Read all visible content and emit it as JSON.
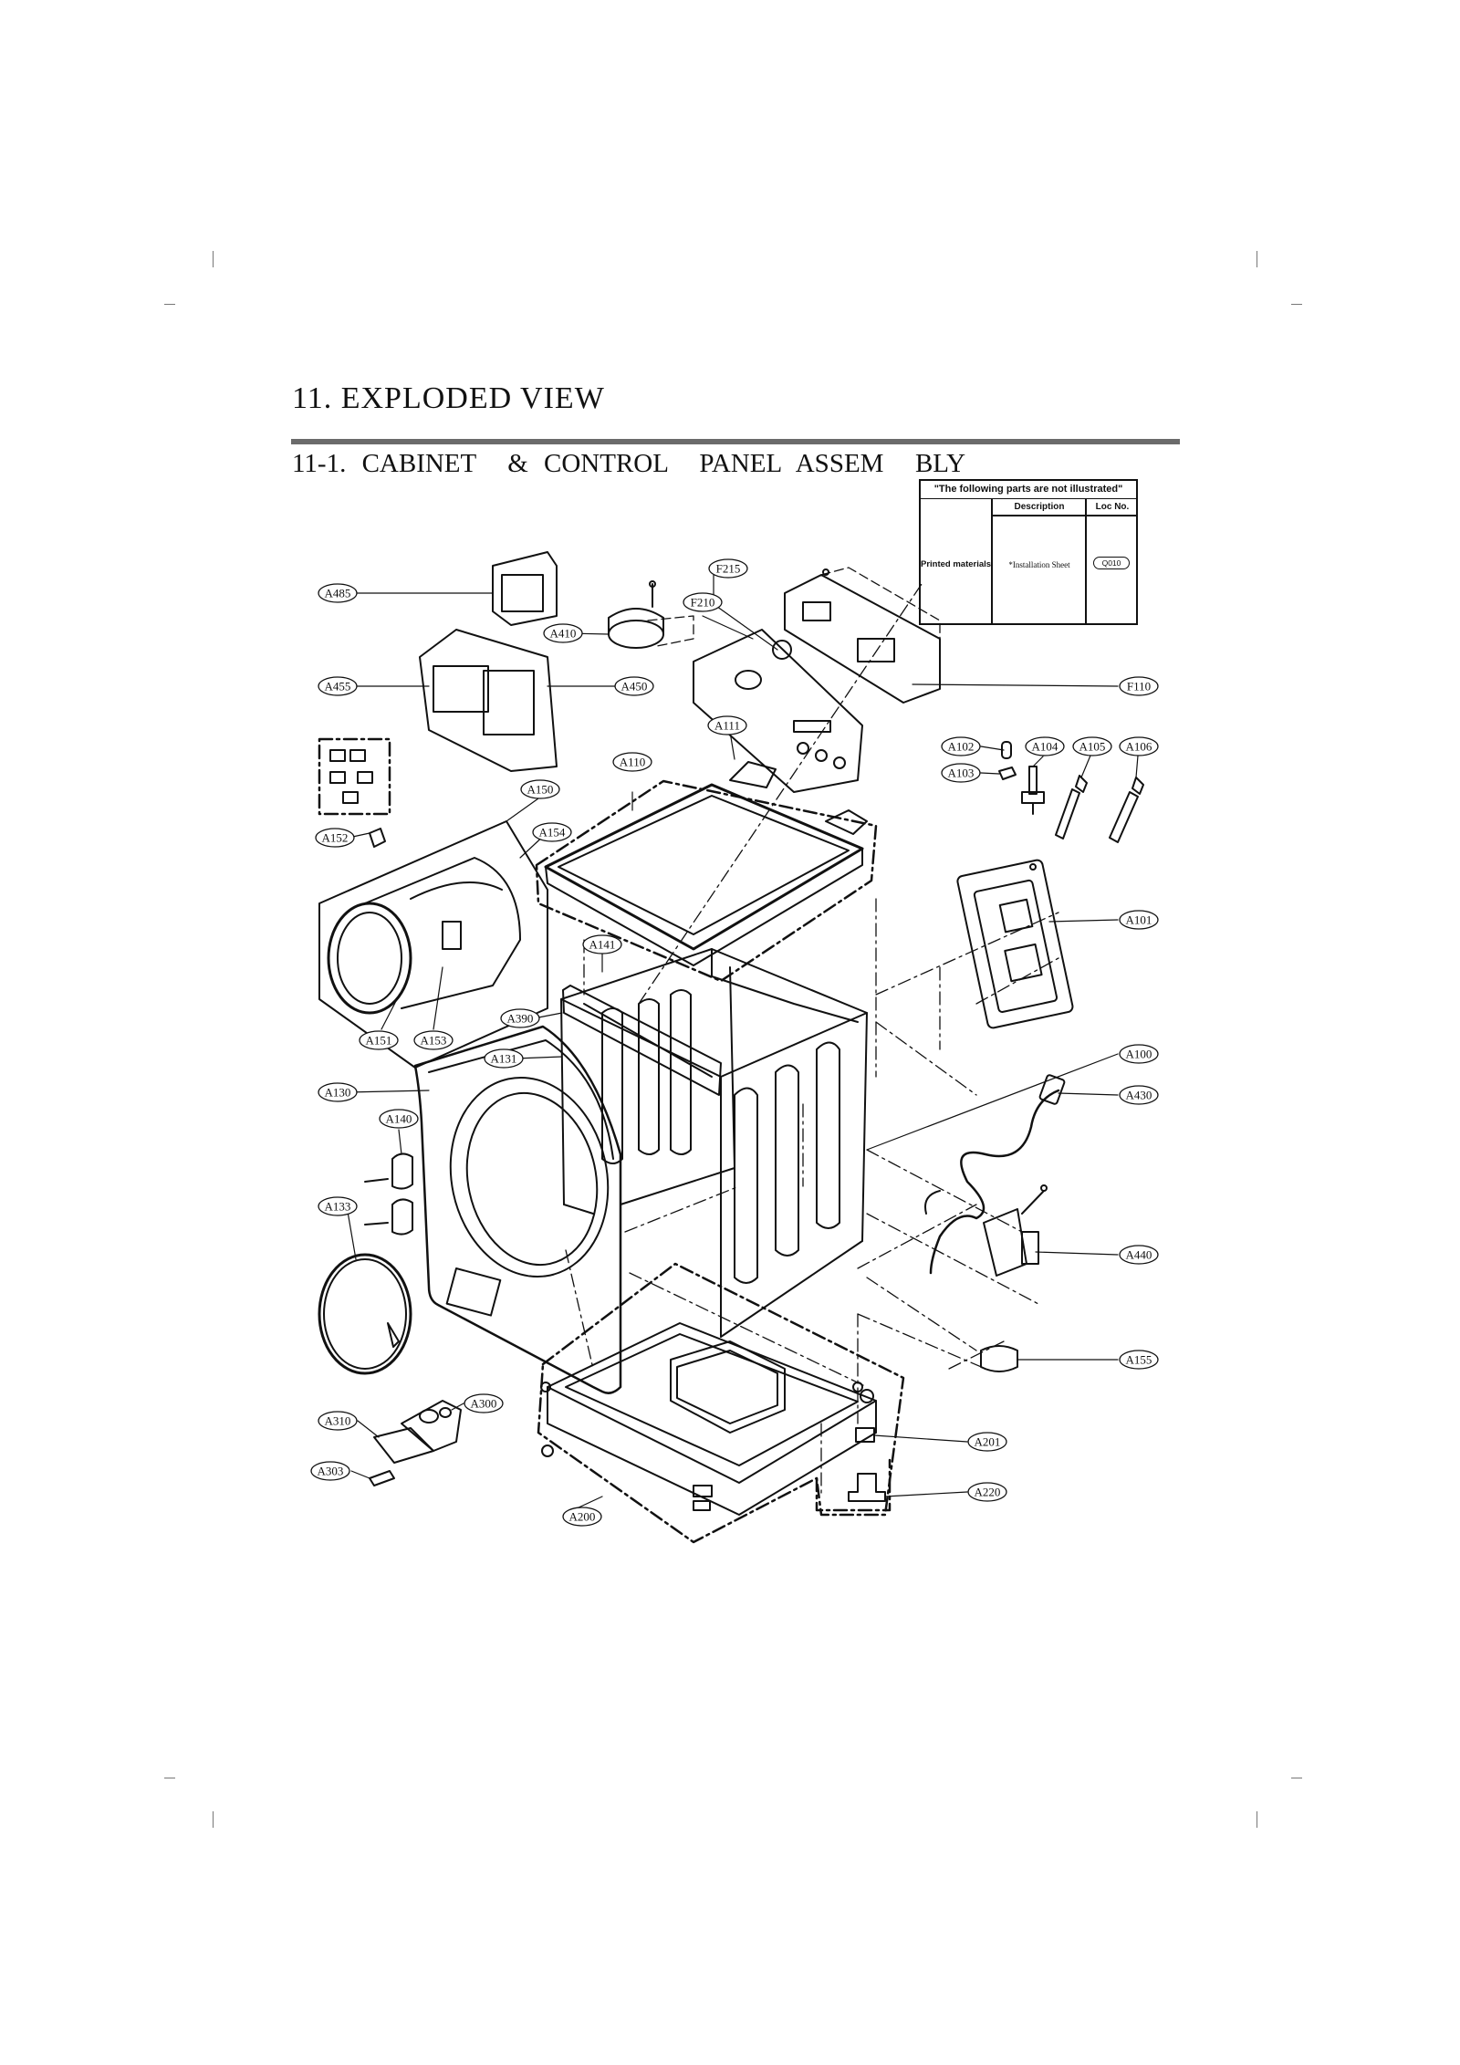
{
  "heading": "11. EXPLODED VIEW",
  "subheading": "11-1. CABINET  & CONTROL  PANEL ASSEM  BLY",
  "note_table": {
    "caption": "\"The following parts are not illustrated\"",
    "col_description": "Description",
    "col_loc": "Loc No.",
    "row_group": "Printed materials",
    "row_description": "*Installation Sheet",
    "row_loc": "Q010"
  },
  "callouts": {
    "A485": "A485",
    "A410": "A410",
    "A455": "A455",
    "A450": "A450",
    "F215": "F215",
    "F210": "F210",
    "F110": "F110",
    "A111": "A111",
    "A110": "A110",
    "A102": "A102",
    "A103": "A103",
    "A104": "A104",
    "A105": "A105",
    "A106": "A106",
    "A150": "A150",
    "A152": "A152",
    "A154": "A154",
    "A101": "A101",
    "A141": "A141",
    "A151": "A151",
    "A153": "A153",
    "A390": "A390",
    "A131": "A131",
    "A100": "A100",
    "A130": "A130",
    "A430": "A430",
    "A140": "A140",
    "A133": "A133",
    "A440": "A440",
    "A155": "A155",
    "A300": "A300",
    "A310": "A310",
    "A201": "A201",
    "A303": "A303",
    "A220": "A220",
    "A200": "A200"
  }
}
